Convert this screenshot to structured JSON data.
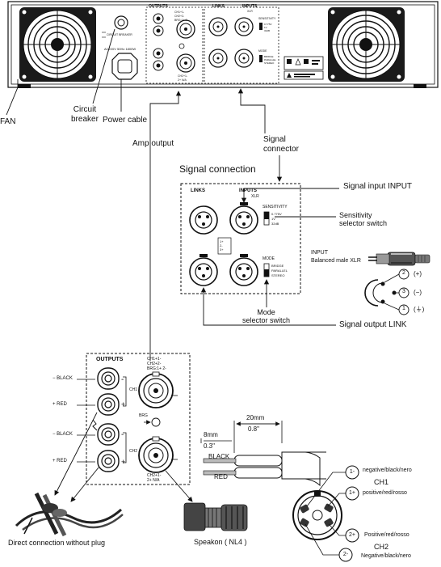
{
  "panel": {
    "outputs_label": "OUTPUTS",
    "links_label": "LINKS",
    "inputs_label": "INPUTS",
    "inputs_sub": "XLR",
    "sensitivity": "SENSITIVITY",
    "sens_opts": [
      "0.775V",
      "1V",
      "32dB"
    ],
    "mode": "MODE",
    "mode_opts": [
      "BRIDGE",
      "PARALLEL",
      "STEREO"
    ],
    "ch1_pins": "CH1+1-",
    "ch2_pins": "CH2+2-",
    "brg_pins": "BRG:1+ 2-",
    "ch2_pins_b": "CH2+1-",
    "ch2_pins_c": "2+ N/A",
    "power_text": "AC220V 50Hz 1800W",
    "breaker_text": "CIRCUIT BREAKER"
  },
  "callouts": {
    "fan": "FAN",
    "circuit_breaker": "Circuit\nbreaker",
    "power_cable": "Power cable",
    "amp_output": "Amp output",
    "signal_connector": "Signal\nconnector"
  },
  "signal": {
    "title": "Signal connection",
    "input": "Signal input INPUT",
    "sensitivity_switch": "Sensitivity\nselector switch",
    "mode_switch": "Mode\nselector switch",
    "output_link": "Signal output LINK",
    "links": "LINKS",
    "inputs": "INPUTS",
    "xlr": "XLR",
    "sensitivity": "SENSITIVITY",
    "sens_opts": [
      "0.775V",
      "1V",
      "32dB"
    ],
    "mode": "MODE",
    "mode_opts": [
      "BRIDGE",
      "PARALLEL",
      "STEREO"
    ],
    "pin_labels": [
      "1+",
      "2-",
      "3+"
    ]
  },
  "xlr": {
    "input_title": "INPUT",
    "input_sub": "Balanced male XLR",
    "pins": [
      {
        "num": "2",
        "sign": "(+)"
      },
      {
        "num": "3",
        "sign": "(−)"
      },
      {
        "num": "1",
        "sign": "(⏚)"
      }
    ]
  },
  "outputs_detail": {
    "title": "OUTPUTS",
    "black1": "BLACK",
    "red1": "RED",
    "black2": "BLACK",
    "red2": "RED",
    "ch1": "CH1",
    "ch2": "CH2",
    "brg": "BRG",
    "ch1_pins": "CH1+1-",
    "ch2_pins": "CH2+2-",
    "brg_pins": "BRG:1+ 2-",
    "ch2_pins_b": "CH2+1-",
    "ch2_pins_c": "2+ N/A",
    "direct_connection": "Direct connection without plug",
    "speakon": "Speakon ( NL4 )"
  },
  "wire": {
    "mm8": "8mm",
    "in03": "0.3\"",
    "mm20": "20mm",
    "in08": "0.8\"",
    "black": "BLACK",
    "red": "RED"
  },
  "speakon_pins": {
    "p1m": "1-",
    "p1m_text": "negative/black/nero",
    "ch1": "CH1",
    "p1p": "1+",
    "p1p_text": "positive/red/rosso",
    "p2p": "2+",
    "p2p_text": "Positive/red/rosso",
    "ch2": "CH2",
    "p2m": "2-",
    "p2m_text": "Negative/black/nero"
  }
}
